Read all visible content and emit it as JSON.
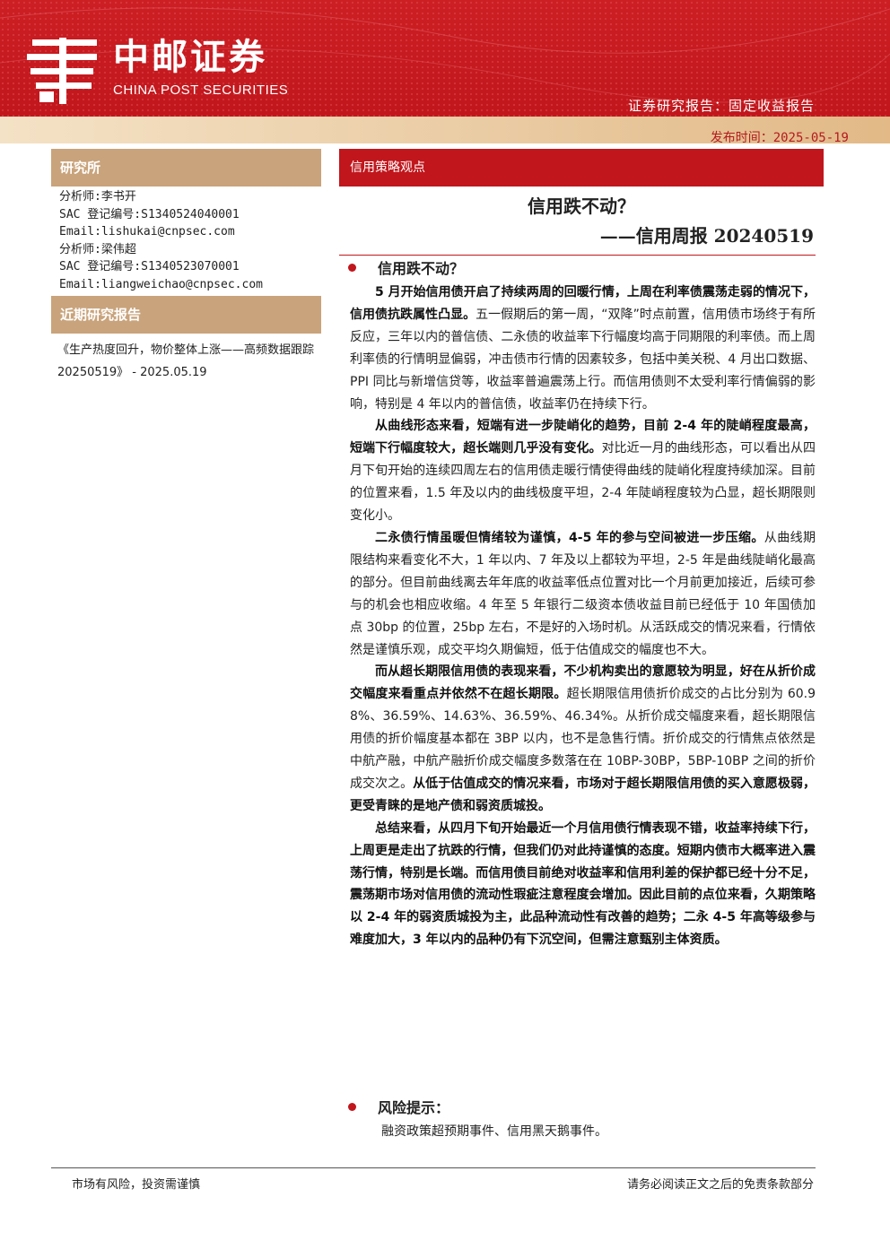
{
  "header": {
    "brand_cn": "中邮证券",
    "brand_en": "CHINA POST SECURITIES",
    "report_type": "证券研究报告：固定收益报告",
    "publish_date": "发布时间：2025-05-19",
    "colors": {
      "brand_red": "#c0161c",
      "tan": "#c9a37b"
    },
    "logo_icon": "china-post-logo-icon"
  },
  "sidebar": {
    "research_title": "研究所",
    "analysts": [
      "分析师:李书开",
      "SAC 登记编号:S1340524040001",
      "Email:lishukai@cnpsec.com",
      "分析师:梁伟超",
      "SAC 登记编号:S1340523070001",
      "Email:liangweichao@cnpsec.com"
    ],
    "recent_title": "近期研究报告",
    "recent_report": "《生产热度回升，物价整体上涨——高频数据跟踪 20250519》 - 2025.05.19"
  },
  "main": {
    "column_tag": "信用策略观点",
    "title_line1": "信用跌不动？",
    "title_line2": "——信用周报 20240519",
    "section1_title": "信用跌不动？",
    "p1_bold": "5 月开始信用债开启了持续两周的回暖行情，上周在利率债震荡走弱的情况下，信用债抗跌属性凸显。",
    "p1_text": "五一假期后的第一周，“双降”时点前置，信用债市场终于有所反应，三年以内的普信债、二永债的收益率下行幅度均高于同期限的利率债。而上周利率债的行情明显偏弱，冲击债市行情的因素较多，包括中美关税、4 月出口数据、 PPI 同比与新增信贷等，收益率普遍震荡上行。而信用债则不太受利率行情偏弱的影响，特别是 4 年以内的普信债，收益率仍在持续下行。",
    "p2_bold": "从曲线形态来看，短端有进一步陡峭化的趋势，目前 2-4 年的陡峭程度最高，短端下行幅度较大，超长端则几乎没有变化。",
    "p2_text": "对比近一月的曲线形态，可以看出从四月下旬开始的连续四周左右的信用债走暖行情使得曲线的陡峭化程度持续加深。目前的位置来看，1.5 年及以内的曲线极度平坦，2-4 年陡峭程度较为凸显，超长期限则变化小。",
    "p3_bold": "二永债行情虽暖但情绪较为谨慎，4-5 年的参与空间被进一步压缩。",
    "p3_text": "从曲线期限结构来看变化不大，1 年以内、7 年及以上都较为平坦，2-5 年是曲线陡峭化最高的部分。但目前曲线离去年年底的收益率低点位置对比一个月前更加接近，后续可参与的机会也相应收缩。4 年至 5 年银行二级资本债收益目前已经低于 10 年国债加点 30bp 的位置，25bp 左右，不是好的入场时机。从活跃成交的情况来看，行情依然是谨慎乐观，成交平均久期偏短，低于估值成交的幅度也不大。",
    "p4_bold": "而从超长期限信用债的表现来看，不少机构卖出的意愿较为明显，好在从折价成交幅度来看重点并依然不在超长期限。",
    "p4_text": "超长期限信用债折价成交的占比分别为 60.98%、36.59%、14.63%、36.59%、46.34%。从折价成交幅度来看，超长期限信用债的折价幅度基本都在 3BP 以内，也不是急售行情。折价成交的行情焦点依然是中航产融，中航产融折价成交幅度多数落在在 10BP-30BP，5BP-10BP 之间的折价成交次之。",
    "p4_bold2": "从低于估值成交的情况来看，市场对于超长期限信用债的买入意愿极弱，更受青睐的是地产债和弱资质城投。",
    "p5_bold": "总结来看，从四月下旬开始最近一个月信用债行情表现不错，收益率持续下行，上周更是走出了抗跌的行情，但我们仍对此持谨慎的态度。短期内债市大概率进入震荡行情，特别是长端。而信用债目前绝对收益率和信用利差的保护都已经十分不足，震荡期市场对信用债的流动性瑕疵注意程度会增加。因此目前的点位来看，久期策略以 2-4 年的弱资质城投为主，此品种流动性有改善的趋势；二永 4-5 年高等级参与难度加大，3 年以内的品种仍有下沉空间，但需注意甄别主体资质。",
    "section2_title": "风险提示：",
    "risk_text": "融资政策超预期事件、信用黑天鹅事件。"
  },
  "footer": {
    "left": "市场有风险，投资需谨慎",
    "right": "请务必阅读正文之后的免责条款部分"
  }
}
